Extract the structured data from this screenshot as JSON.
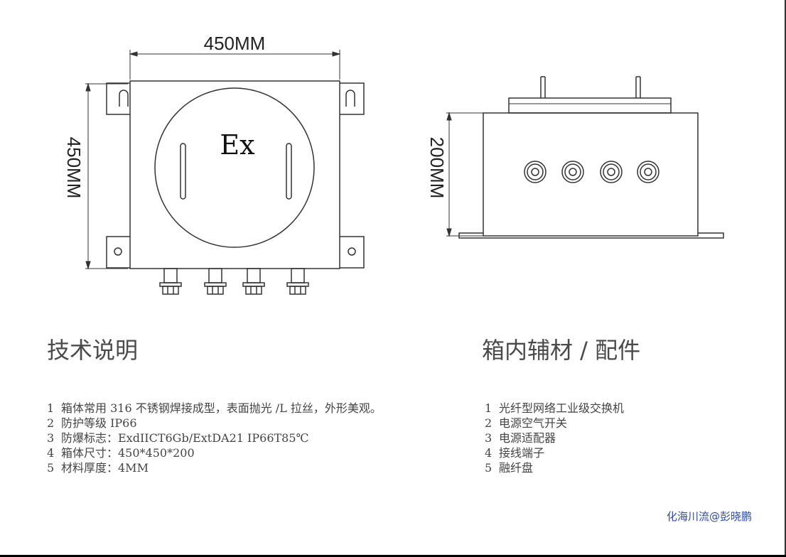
{
  "drawing": {
    "front_width_label": "450MM",
    "front_height_label": "450MM",
    "side_height_label": "200MM",
    "ex_mark": "Ex"
  },
  "tech": {
    "title": "技术说明",
    "items": [
      {
        "num": "1",
        "text": "箱体常用 316 不锈钢焊接成型，表面抛光 /L 拉丝，外形美观。"
      },
      {
        "num": "2",
        "text": "防护等级 IP66"
      },
      {
        "num": "3",
        "text": "防爆标志：ExdIICT6Gb/ExtDA21 IP66T85℃"
      },
      {
        "num": "4",
        "text": "箱体尺寸：450*450*200"
      },
      {
        "num": "5",
        "text": "材料厚度：4MM"
      }
    ]
  },
  "accessories": {
    "title": "箱内辅材 / 配件",
    "items": [
      {
        "num": "1",
        "text": "光纤型网络工业级交换机"
      },
      {
        "num": "2",
        "text": "电源空气开关"
      },
      {
        "num": "3",
        "text": "电源适配器"
      },
      {
        "num": "4",
        "text": "接线端子"
      },
      {
        "num": "5",
        "text": "融纤盘"
      }
    ]
  },
  "watermark": "化海川流@彭晓鹏"
}
